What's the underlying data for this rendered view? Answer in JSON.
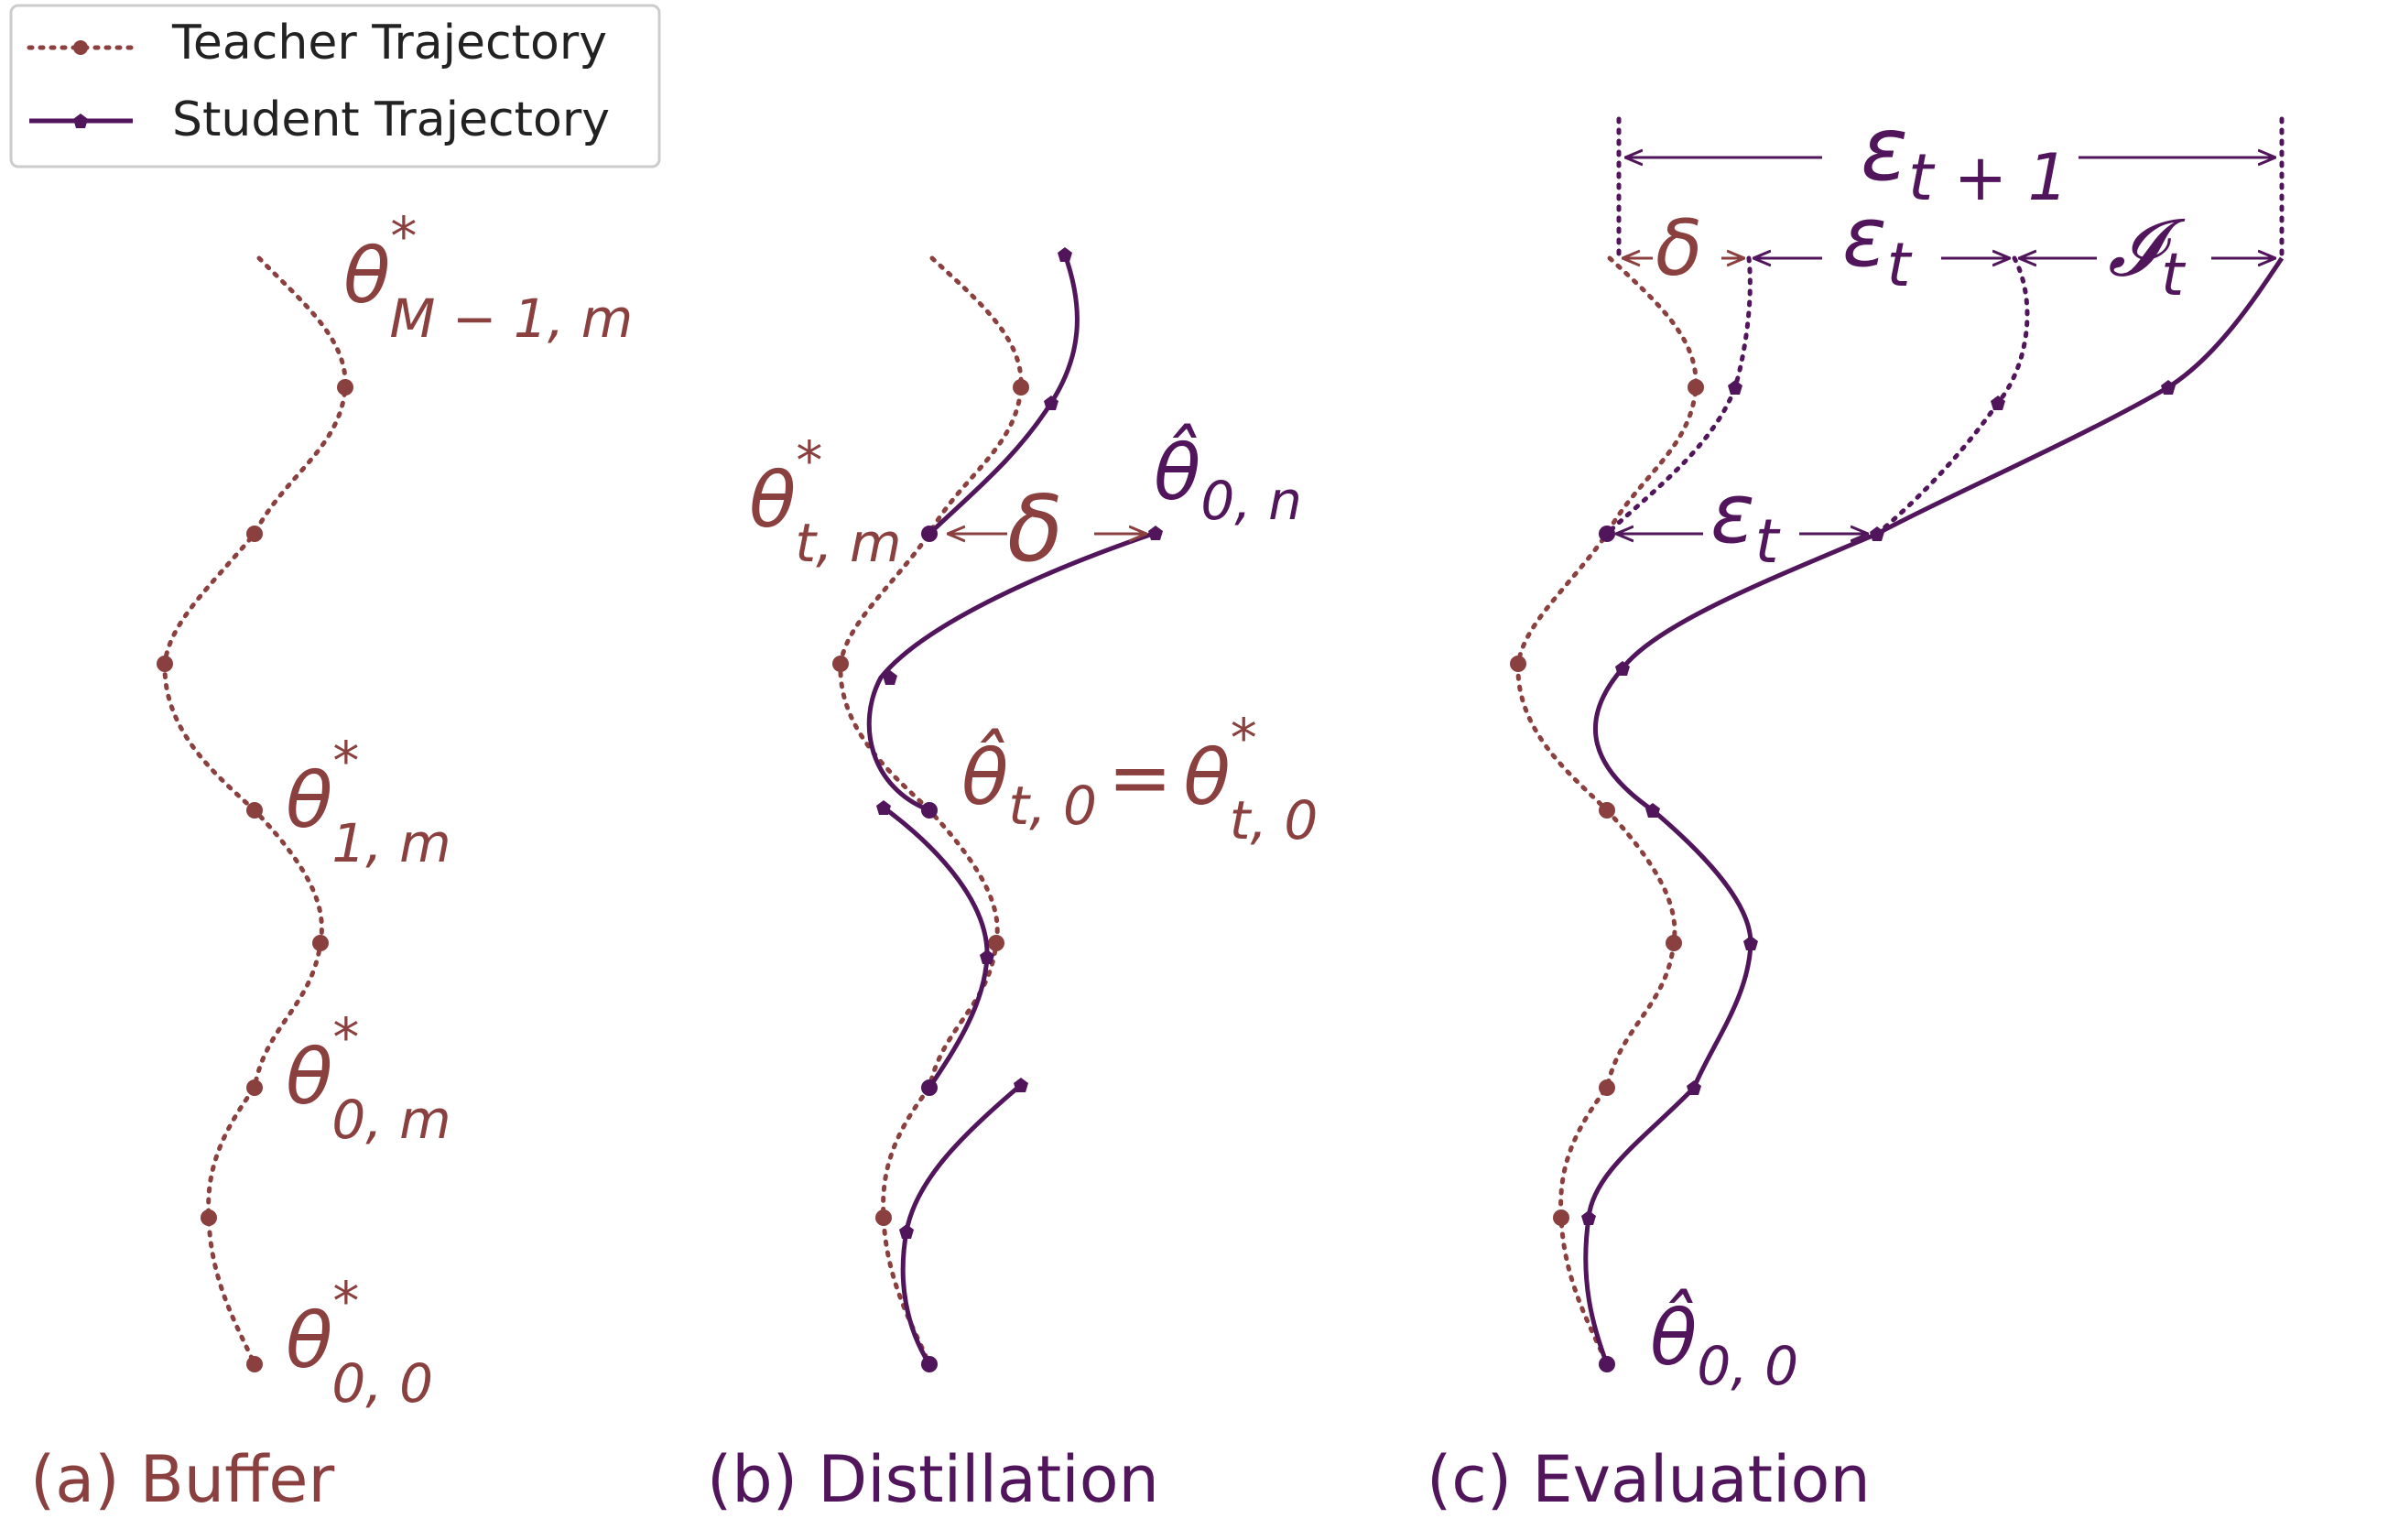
{
  "colors": {
    "teacher": "#8b4040",
    "student": "#50155a",
    "legend_border": "#cccccc",
    "background": "#ffffff"
  },
  "legend": {
    "teacher_label": "Teacher Trajectory",
    "student_label": "Student Trajectory"
  },
  "panels": {
    "buffer": {
      "caption": "(a) Buffer",
      "labels": {
        "theta_top": {
          "base": "θ",
          "sup": "*",
          "sub": "M − 1, m"
        },
        "theta_1m": {
          "base": "θ",
          "sup": "*",
          "sub": "1, m"
        },
        "theta_0m": {
          "base": "θ",
          "sup": "*",
          "sub": "0, m"
        },
        "theta_00": {
          "base": "θ",
          "sup": "*",
          "sub": "0, 0"
        }
      }
    },
    "distillation": {
      "caption": "(b) Distillation",
      "labels": {
        "theta_tm": {
          "base": "θ",
          "sup": "*",
          "sub": "t, m"
        },
        "delta": "δ",
        "theta_hat_0n": {
          "base": "θ̂",
          "sub": "0, n"
        },
        "theta_hat_t0": {
          "base": "θ̂",
          "sub": "t, 0"
        },
        "equals": "=",
        "theta_t0": {
          "base": "θ",
          "sup": "*",
          "sub": "t, 0"
        }
      }
    },
    "evaluation": {
      "caption": "(c) Evaluation",
      "labels": {
        "eps_t1": {
          "base": "ε",
          "sub": "t + 1"
        },
        "delta": "δ",
        "eps_t_top": {
          "base": "ε",
          "sub": "t"
        },
        "I_t": {
          "base": "𝓘",
          "sub": "t"
        },
        "eps_t_mid": {
          "base": "ε",
          "sub": "t"
        },
        "theta_hat_00": {
          "base": "θ̂",
          "sub": "0, 0"
        }
      }
    }
  }
}
